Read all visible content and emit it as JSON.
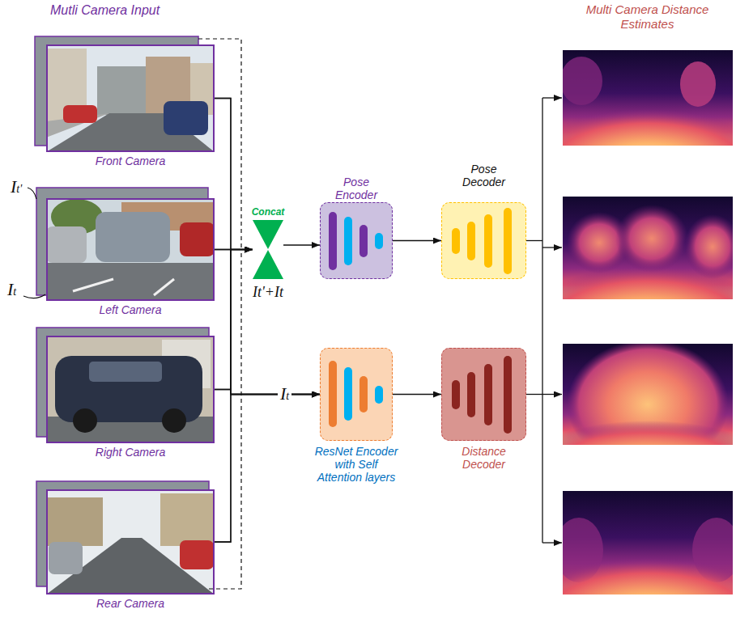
{
  "diagram": {
    "title": "Mutli Camera Input",
    "nodes": [
      {
        "text": [
          "Front Camera"
        ]
      },
      {
        "text": [
          "Left Camera"
        ]
      },
      {
        "text": [
          "Right Camera"
        ]
      },
      {
        "text": [
          "Rear Camera"
        ]
      },
      {
        "text": [
          "Concat",
          "It'+It"
        ]
      },
      {
        "text": [
          "Pose Encoder"
        ]
      },
      {
        "text": [
          "Pose Decoder"
        ]
      },
      {
        "text": [
          "ResNet Encoder with Self Attention layers"
        ]
      },
      {
        "text": [
          "Distance Decoder"
        ]
      }
    ],
    "edges": [
      {
        "from": 0,
        "to": 4,
        "arrow": "to"
      },
      {
        "from": 1,
        "to": 4,
        "arrow": "to"
      },
      {
        "from": 2,
        "to": 4,
        "arrow": "to"
      },
      {
        "from": 3,
        "to": 4,
        "arrow": "to"
      },
      {
        "from": 0,
        "to": 7,
        "arrow": "to"
      },
      {
        "from": 1,
        "to": 7,
        "arrow": "to"
      },
      {
        "from": 2,
        "to": 7,
        "arrow": "to"
      },
      {
        "from": 3,
        "to": 7,
        "arrow": "to"
      },
      {
        "from": 4,
        "to": 5,
        "arrow": "to"
      },
      {
        "from": 5,
        "to": 6,
        "arrow": "to"
      },
      {
        "from": 7,
        "to": 8,
        "arrow": "to"
      }
    ],
    "labels": [
      "It'",
      "It",
      "It",
      "Multi Camera Distance Estimates"
    ]
  }
}
